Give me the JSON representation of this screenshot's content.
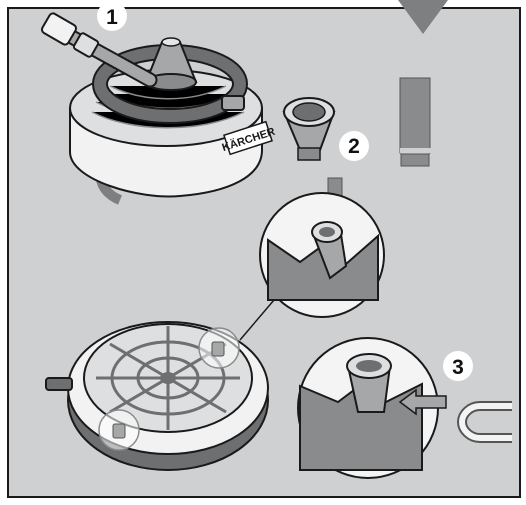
{
  "steps": [
    {
      "label": "1"
    },
    {
      "label": "2"
    },
    {
      "label": "3"
    }
  ],
  "brand_text": "KÄRCHER",
  "colors": {
    "panel_background": "#cfd0d1",
    "border": "#1a1a1a",
    "device_dark": "#6e6f71",
    "device_mid": "#a6a7a9",
    "device_light": "#f2f2f2",
    "warning_gray": "#8a8b8d",
    "callout_fill": "#f4f4f4"
  },
  "icons": [
    "direction-arrow-down-icon",
    "exclamation-mark-icon",
    "rotate-arrow-icon",
    "push-arrow-down-icon",
    "push-arrow-left-icon"
  ]
}
